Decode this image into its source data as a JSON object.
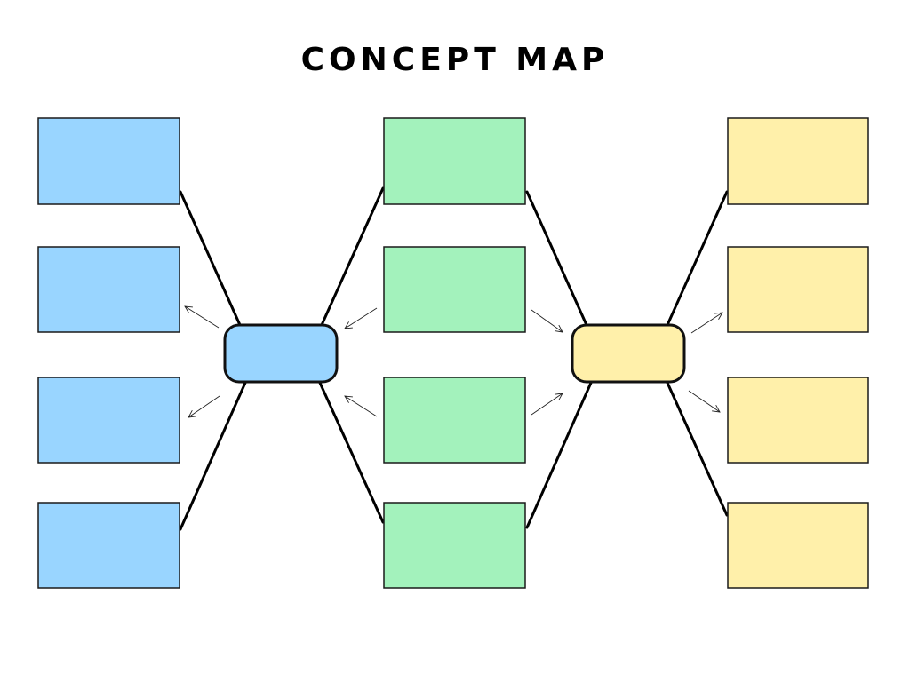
{
  "title": "CONCEPT MAP",
  "colors": {
    "blue": "#99d5ff",
    "green": "#a3f2bc",
    "yellow": "#fff0aa"
  },
  "columns": [
    {
      "id": "left",
      "color_key": "blue",
      "box_count": 4
    },
    {
      "id": "center",
      "color_key": "green",
      "box_count": 4
    },
    {
      "id": "right",
      "color_key": "yellow",
      "box_count": 4
    }
  ],
  "hubs": [
    {
      "id": "left-hub",
      "color_key": "blue"
    },
    {
      "id": "right-hub",
      "color_key": "yellow"
    }
  ]
}
